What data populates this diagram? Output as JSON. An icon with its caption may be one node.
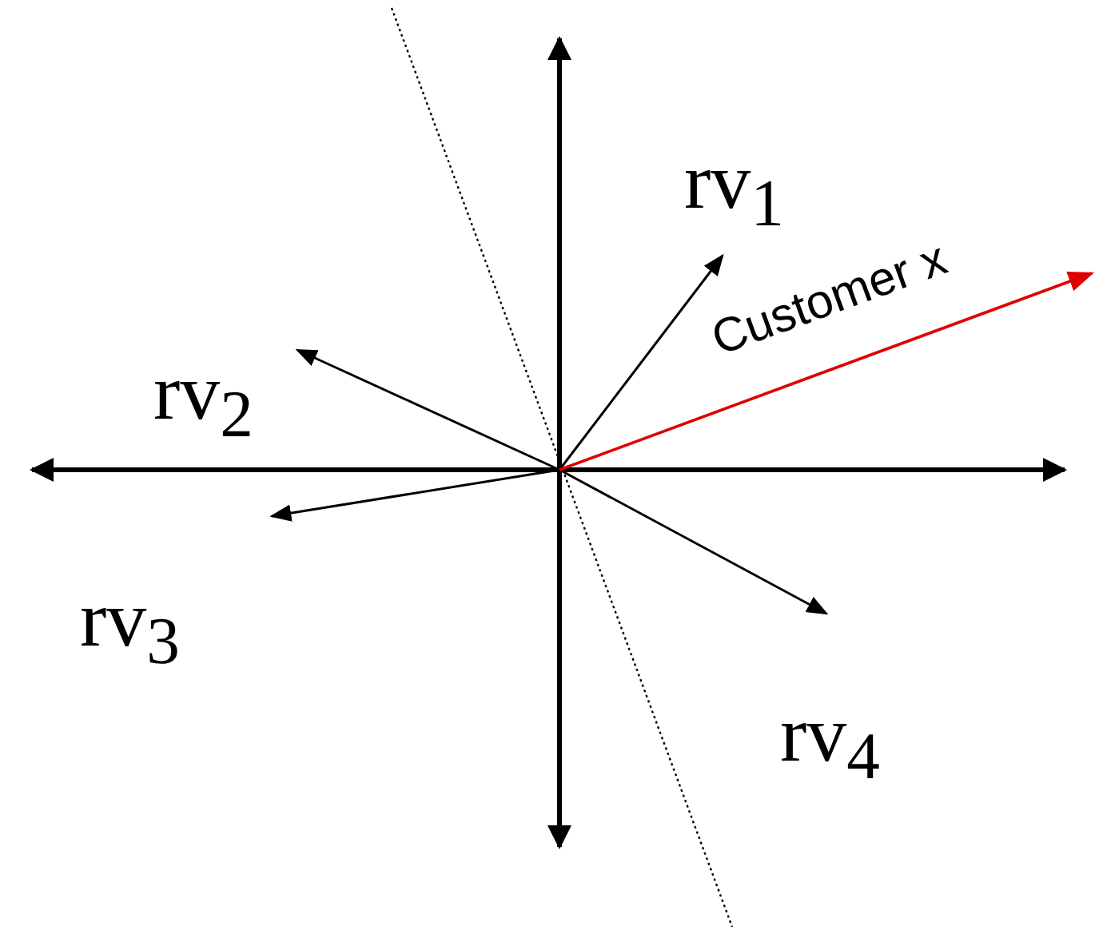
{
  "diagram": {
    "labels": [
      "rv$_{1}$",
      "Customer x",
      "rv$_{2}$",
      "rv$_{3}$",
      "rv$_{4}$"
    ]
  }
}
